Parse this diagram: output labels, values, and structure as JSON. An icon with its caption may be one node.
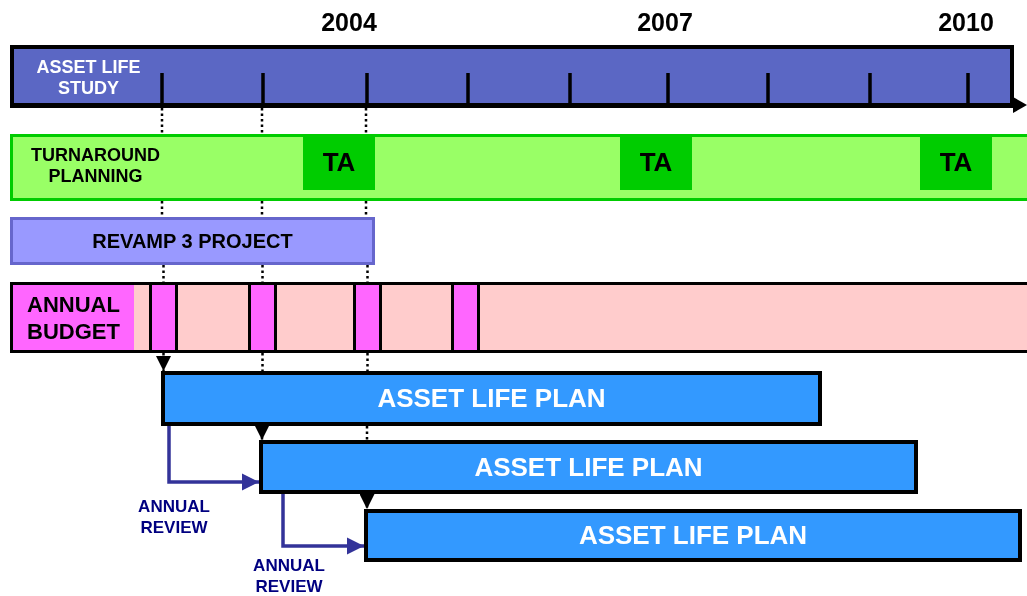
{
  "diagram": {
    "nodes": [
      {
        "text": [
          "ASSET LIFE STUDY"
        ]
      },
      {
        "text": [
          "TURNAROUND PLANNING"
        ]
      },
      {
        "text": [
          "TA"
        ],
        "in": 1
      },
      {
        "text": [
          "TA"
        ],
        "in": 1
      },
      {
        "text": [
          "TA"
        ],
        "in": 1
      },
      {
        "text": [
          "REVAMP 3 PROJECT"
        ]
      },
      {
        "text": [
          "ANNUAL BUDGET"
        ]
      },
      {
        "text": [],
        "shape": "bar",
        "in": 6
      },
      {
        "text": [],
        "shape": "bar",
        "in": 6
      },
      {
        "text": [],
        "shape": "bar",
        "in": 6
      },
      {
        "text": [],
        "shape": "bar",
        "in": 6
      },
      {
        "text": [
          "ASSET LIFE PLAN"
        ]
      },
      {
        "text": [
          "ASSET LIFE PLAN"
        ]
      },
      {
        "text": [
          "ASSET LIFE PLAN"
        ]
      }
    ],
    "edges": [
      {
        "from": 0,
        "to": 1,
        "arrow": "none",
        "style": "dashed"
      },
      {
        "from": 0,
        "to": 1,
        "arrow": "none",
        "style": "dashed"
      },
      {
        "from": 0,
        "to": 2,
        "arrow": "none",
        "style": "dashed"
      },
      {
        "from": 1,
        "to": 5,
        "arrow": "none",
        "style": "dashed"
      },
      {
        "from": 1,
        "to": 5,
        "arrow": "none",
        "style": "dashed"
      },
      {
        "from": 1,
        "to": 5,
        "arrow": "none",
        "style": "dashed"
      },
      {
        "from": 5,
        "to": 7,
        "arrow": "none",
        "style": "dashed"
      },
      {
        "from": 5,
        "to": 8,
        "arrow": "none",
        "style": "dashed"
      },
      {
        "from": 5,
        "to": 9,
        "arrow": "none",
        "style": "dashed"
      },
      {
        "from": 7,
        "to": 11,
        "arrow": "to",
        "style": "dashed"
      },
      {
        "from": 8,
        "to": 11,
        "arrow": "none",
        "style": "dashed"
      },
      {
        "from": 9,
        "to": 11,
        "arrow": "none",
        "style": "dashed"
      },
      {
        "from": 11,
        "to": 12,
        "arrow": "to",
        "style": "dashed"
      },
      {
        "from": 11,
        "to": 12,
        "arrow": "none",
        "style": "dashed"
      },
      {
        "from": 12,
        "to": 13,
        "arrow": "to",
        "style": "dashed"
      },
      {
        "from": 11,
        "to": 12,
        "arrow": "to",
        "label": "ANNUAL REVIEW",
        "color": "#333399"
      },
      {
        "from": 12,
        "to": 13,
        "arrow": "to",
        "label": "ANNUAL REVIEW",
        "color": "#333399"
      }
    ],
    "labels": [
      "2004",
      "2007",
      "2010"
    ]
  }
}
